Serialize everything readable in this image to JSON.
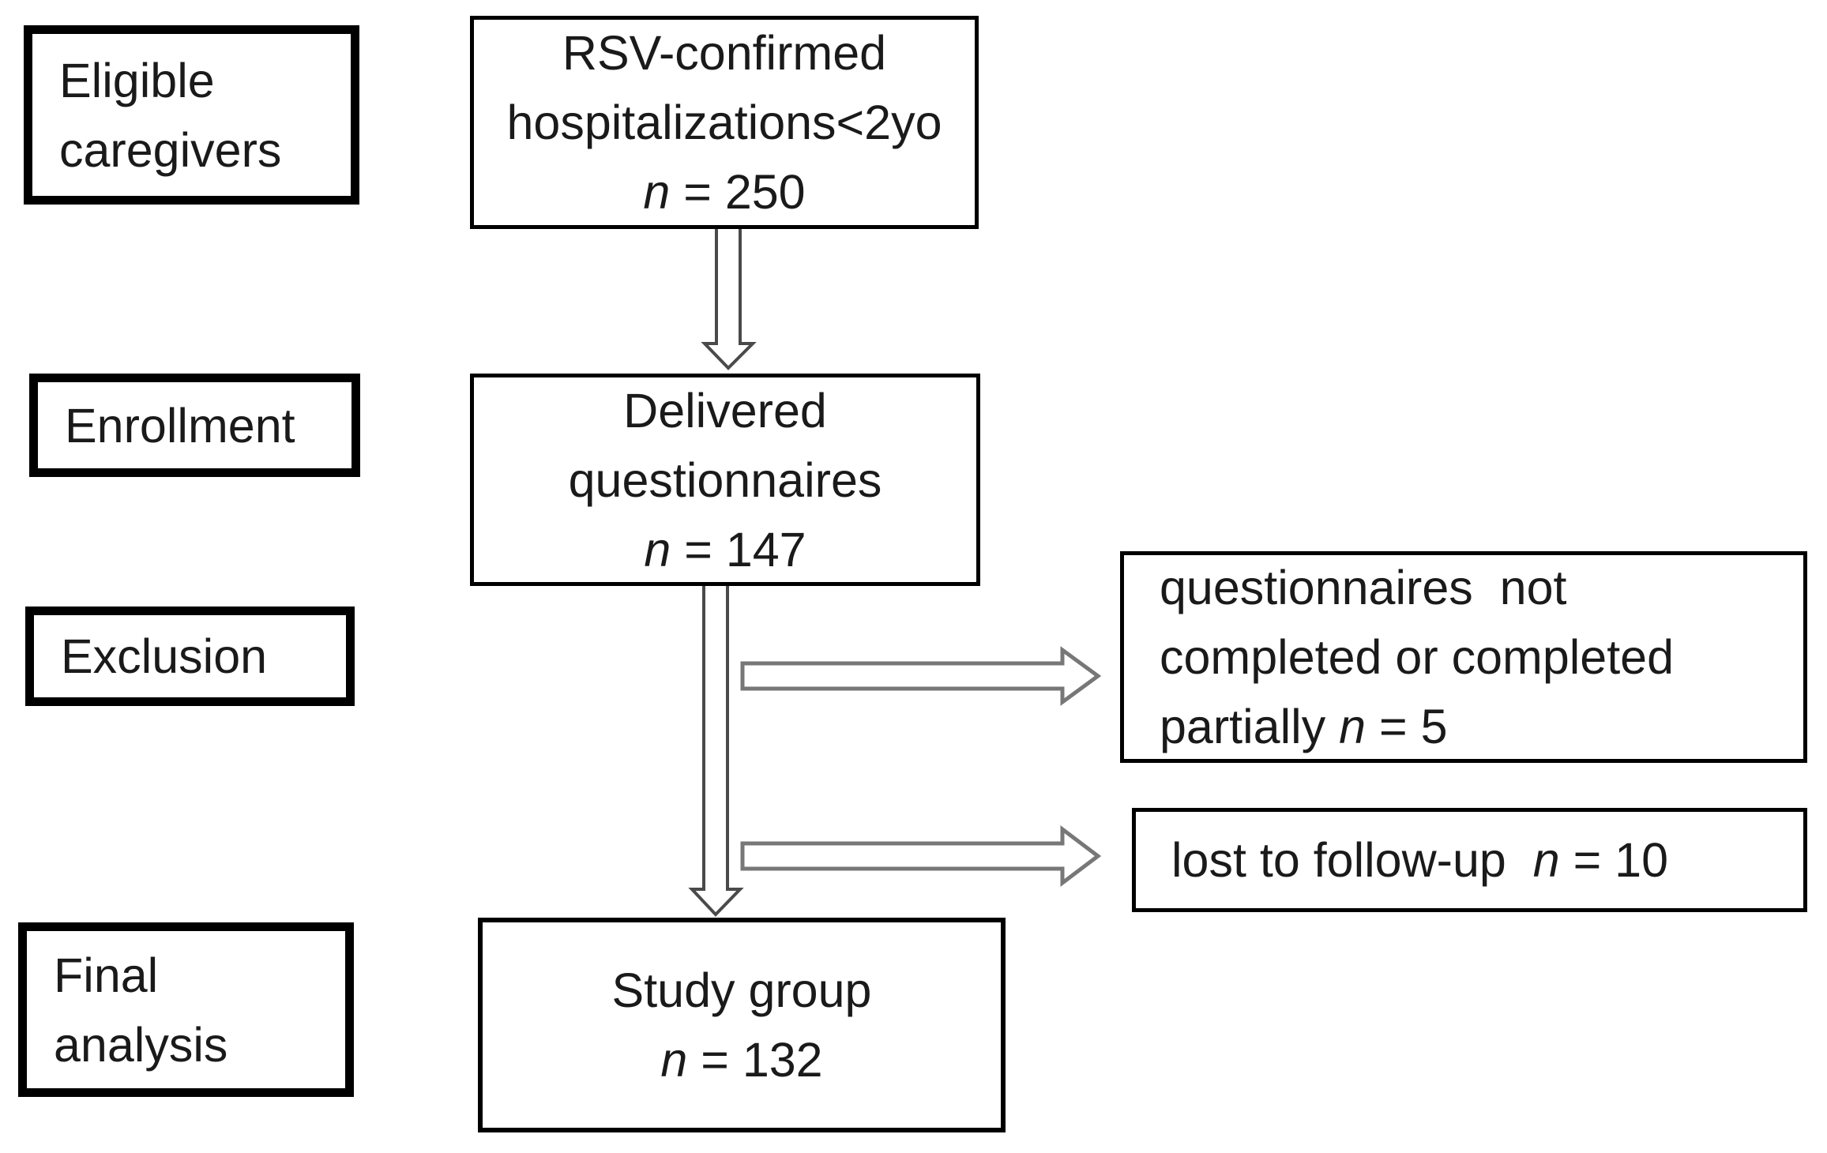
{
  "diagram": {
    "kind": "study-enrollment-flowchart",
    "colors": {
      "background": "#ffffff",
      "box_border": "#000000",
      "text": "#1a1a1a",
      "vertical_arrow_stroke": "#4a4a4a",
      "horizontal_arrow_stroke": "#777777"
    }
  },
  "stage_labels": [
    {
      "id": "eligible-caregivers",
      "lines": [
        "Eligible",
        "caregivers"
      ]
    },
    {
      "id": "enrollment",
      "lines": [
        "Enrollment"
      ]
    },
    {
      "id": "exclusion",
      "lines": [
        "Exclusion"
      ]
    },
    {
      "id": "final-analysis",
      "lines": [
        "Final",
        "analysis"
      ]
    }
  ],
  "flow_boxes": {
    "rsv": {
      "line1": "RSV-confirmed",
      "line2": "hospitalizations<2yo",
      "n": "n",
      "count": " = 250"
    },
    "delivered": {
      "line1": "Delivered",
      "line2": "questionnaires",
      "n": "n",
      "count": " = 147"
    },
    "study": {
      "line1": "Study group",
      "n": "n",
      "count": " = 132"
    }
  },
  "exclusion_boxes": {
    "not_completed": {
      "line1": "questionnaires  not",
      "line2": "completed or completed",
      "line3_pre": "partially ",
      "n": "n",
      "count": " = 5"
    },
    "lost_to_followup": {
      "pre": "lost to follow-up  ",
      "n": "n",
      "count": " = 10"
    }
  }
}
